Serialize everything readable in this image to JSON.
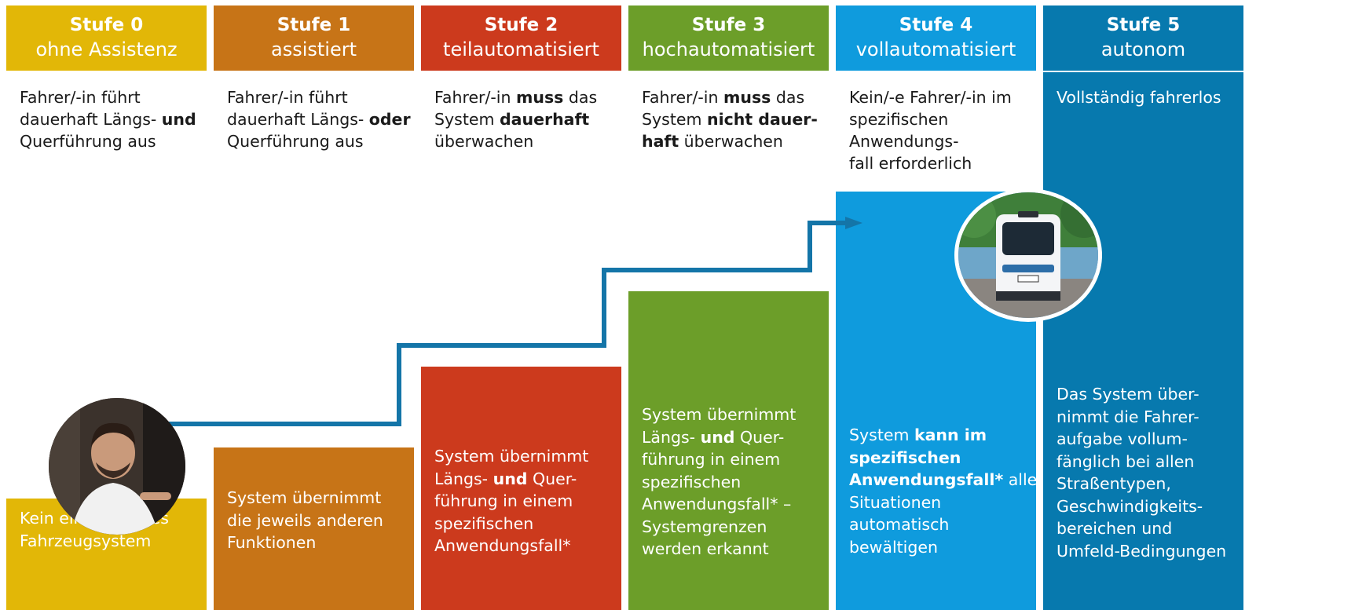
{
  "colors": {
    "stufe0": "#E2B707",
    "stufe1": "#C77417",
    "stufe2": "#CC3A1D",
    "stufe3": "#6C9E29",
    "stufe4": "#0F9BDD",
    "stufe5": "#0779AE",
    "line": "#1475A8"
  },
  "levels": [
    {
      "title": "Stufe 0",
      "subtitle": "ohne Assistenz",
      "desc": [
        "Fahrer/-in führt",
        "dauerhaft Längs- ",
        "und",
        "Querführung aus"
      ],
      "system": [
        "Kein eingreifendes",
        "Fahrzeugsystem"
      ]
    },
    {
      "title": "Stufe 1",
      "subtitle": "assistiert",
      "desc": [
        "Fahrer/-in führt",
        "dauerhaft Längs- ",
        "oder",
        "Querführung aus"
      ],
      "system": [
        "System übernimmt",
        "die jeweils anderen",
        "Funktionen"
      ]
    },
    {
      "title": "Stufe 2",
      "subtitle": "teilautomatisiert",
      "desc": [
        "Fahrer/-in ",
        "muss",
        " das",
        "System ",
        "dauerhaft",
        "überwachen"
      ],
      "system": [
        "System übernimmt",
        "Längs- ",
        "und",
        " Quer-",
        "führung in einem",
        "spezifischen",
        "Anwendungsfall*"
      ]
    },
    {
      "title": "Stufe 3",
      "subtitle": "hochautomatisiert",
      "desc": [
        "Fahrer/-in ",
        "muss",
        " das",
        "System ",
        "nicht dauer-",
        "haft",
        " überwachen"
      ],
      "system": [
        "System übernimmt",
        "Längs- ",
        "und",
        " Quer-",
        "führung in einem",
        "spezifischen",
        "Anwendungsfall* –",
        "Systemgrenzen",
        "werden erkannt"
      ]
    },
    {
      "title": "Stufe 4",
      "subtitle": "vollautomatisiert",
      "desc": [
        "Kein/-e Fahrer/-in im",
        "spezifischen",
        "Anwendungs-",
        "fall erforderlich"
      ],
      "system": [
        "System ",
        "kann im",
        "spezifischen",
        "Anwendungsfall*",
        " alle",
        "Situationen",
        "automatisch",
        "bewältigen"
      ]
    },
    {
      "title": "Stufe 5",
      "subtitle": "autonom",
      "desc": [
        "Vollständig fahrerlos"
      ],
      "system": [
        "Das System über-",
        "nimmt die Fahrer-",
        "aufgabe vollum-",
        "fänglich bei allen",
        "Straßentypen,",
        "Geschwindigkeits-",
        "bereichen und",
        "Umfeld-Bedingungen"
      ]
    }
  ],
  "icons": {
    "driver": "driver-photo",
    "shuttle": "autonomous-shuttle-photo",
    "arrow": "progression-arrow"
  }
}
